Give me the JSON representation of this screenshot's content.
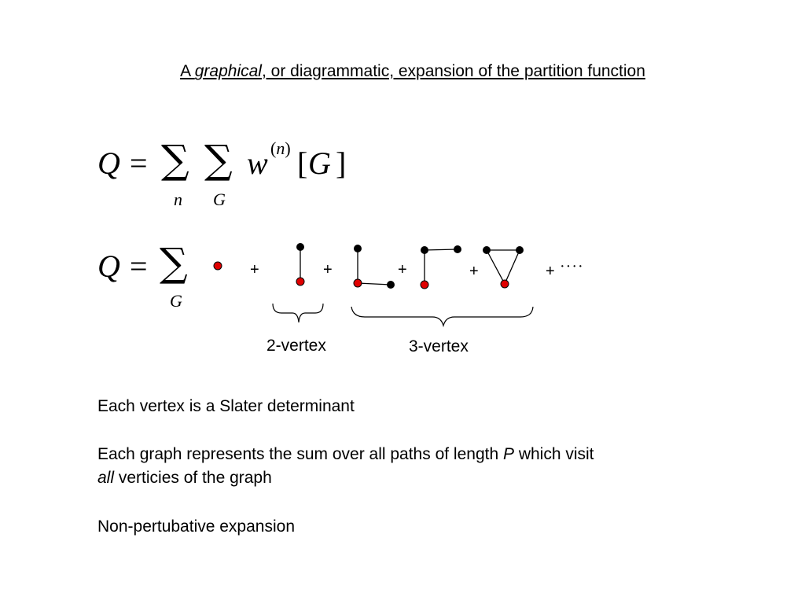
{
  "title": {
    "prefix": "A ",
    "emphasis": "graphical",
    "suffix": ", or diagrammatic, expansion of the partition function"
  },
  "equation1": {
    "lhs": "Q",
    "equals": "=",
    "sum1_index": "n",
    "sum2_index": "G",
    "w": "w",
    "superscript": "(n)",
    "bracket_open": "[",
    "bracket_var": "G",
    "bracket_close": "]"
  },
  "equation2": {
    "lhs": "Q",
    "equals": "=",
    "sum_index": "G",
    "plus": "+",
    "ellipsis": "····"
  },
  "braces": {
    "two_vertex": "2-vertex",
    "three_vertex": "3-vertex"
  },
  "notes": {
    "line1": "Each vertex is a Slater determinant",
    "line2_part1": "Each graph represents the sum over all paths of length ",
    "line2_italic": "P",
    "line2_part2": " which visit",
    "line3_italic": "all",
    "line3_rest": " verticies of the graph",
    "line4": "Non-pertubative expansion"
  },
  "colors": {
    "root_vertex": "#e00000",
    "vertex": "#000000",
    "edge": "#000000"
  }
}
